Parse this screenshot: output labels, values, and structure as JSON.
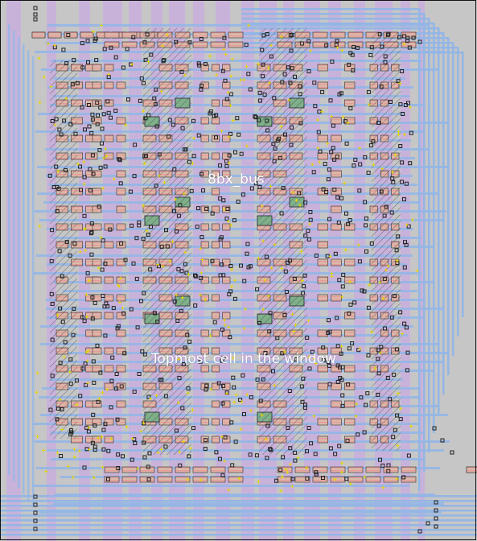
{
  "viewer": {
    "cell_name": "8bx_bus",
    "window_note": "Topmost cell in the window"
  },
  "colors": {
    "background": "#c6c6c6",
    "metal_vertical": "#c9aedd",
    "metal_horizontal": "#93b6e6",
    "poly": "#e8a0a0",
    "diffusion": "#d8b8a0",
    "contact": "#222222",
    "via_marker": "#e6d400",
    "green_block": "#7fb08a",
    "label_text": "#ffffff",
    "border": "#111111"
  },
  "icons": {
    "hatch_block": "diagonal-hatch-region",
    "contact": "contact-square",
    "via": "via-plus-marker"
  }
}
